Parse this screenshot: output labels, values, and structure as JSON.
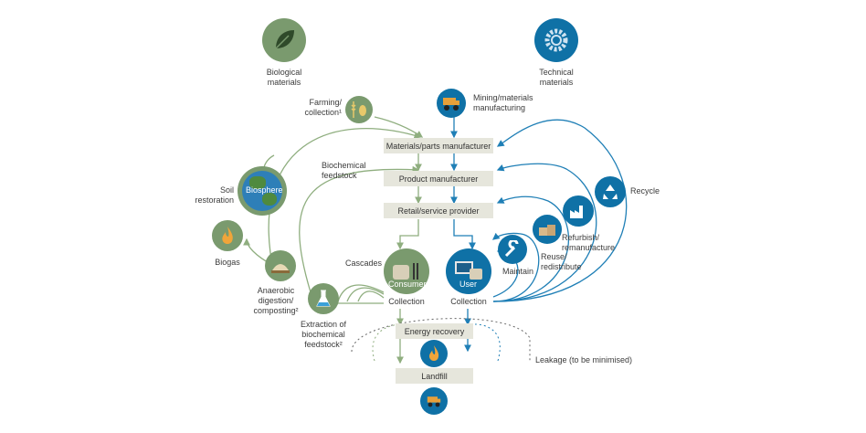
{
  "bio": {
    "header": "Biological\nmaterials"
  },
  "tech": {
    "header": "Technical\nmaterials"
  },
  "labels": {
    "farming": "Farming/\ncollection¹",
    "mining": "Mining/materials\nmanufacturing",
    "biochem_feedstock": "Biochemical\nfeedstock",
    "soil": "Soil\nrestoration",
    "biosphere": "Biosphere",
    "biogas": "Biogas",
    "anaerobic": "Anaerobic\ndigestion/\ncomposting²",
    "extraction": "Extraction of\nbiochemical\nfeedstock²",
    "cascades": "Cascades",
    "consumer": "Consumer",
    "user": "User",
    "collection_left": "Collection",
    "collection_right": "Collection",
    "recycle": "Recycle",
    "refurbish": "Refurbish/\nremanufacture",
    "reuse": "Reuse/\nredistribute",
    "maintain": "Maintain",
    "leakage": "Leakage (to be minimised)"
  },
  "boxes": {
    "materials": "Materials/parts manufacturer",
    "product": "Product manufacturer",
    "retail": "Retail/service provider",
    "energy": "Energy recovery",
    "landfill": "Landfill"
  },
  "colors": {
    "green": "#7a9a6e",
    "blue": "#0f71a6",
    "box": "#e6e6dc",
    "arrowGreen": "#8fae7f",
    "arrowBlue": "#1f7fb6"
  }
}
